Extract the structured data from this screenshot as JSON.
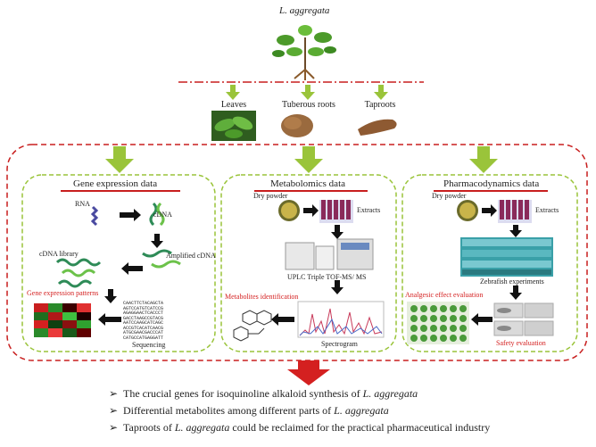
{
  "title": "L. aggregata",
  "parts": [
    {
      "label": "Leaves"
    },
    {
      "label": "Tuberous roots"
    },
    {
      "label": "Taproots"
    }
  ],
  "panels": {
    "gene": {
      "title": "Gene expression data",
      "rna": "RNA",
      "cdna": "cDNA",
      "amplified": "Amplified  cDNA",
      "library": "cDNA library",
      "patterns": "Gene expression patterns",
      "sequencing": "Sequencing",
      "sequence_lines": [
        "CAACTTCTACAGCTA",
        "AGTCCATGTCATCCG",
        "AGAGGAACTCACCCT",
        "GACCTAAGCCGTACG",
        "AATCCAAGCATCAGC",
        "ACCGTCACATCAACG",
        "ATGCGAACGACCCAT",
        "CATGCCATGAGGATT"
      ]
    },
    "metab": {
      "title": "Metabolomics data",
      "dry_powder": "Dry powder",
      "extracts": "Extracts",
      "instrument": "UPLC Triple TOF-MS/ MS",
      "identification": "Metabolites  identification",
      "spectrogram": "Spectrogram"
    },
    "pharma": {
      "title": "Pharmacodynamics data",
      "dry_powder": "Dry powder",
      "extracts": "Extracts",
      "zebrafish": "Zebrafish experiments",
      "analgesic": "Analgesic effect evaluation",
      "safety": "Safety evaluation"
    }
  },
  "conclusions": [
    {
      "text": "The crucial genes for isoquinoline alkaloid synthesis of ",
      "italic": "L. aggregata",
      "rest": ""
    },
    {
      "text": "Differential metabolites among different parts of ",
      "italic": "L. aggregata",
      "rest": ""
    },
    {
      "text": "Taproots of ",
      "italic": "L. aggregata",
      "rest": " could be reclaimed for the practical pharmaceutical industry"
    }
  ],
  "bullet_symbol": "➢",
  "colors": {
    "accent_green": "#9ac43a",
    "dashed_red": "#c81e1e",
    "title_red": "#c81e1e",
    "dashed_green": "#9ac43a"
  }
}
